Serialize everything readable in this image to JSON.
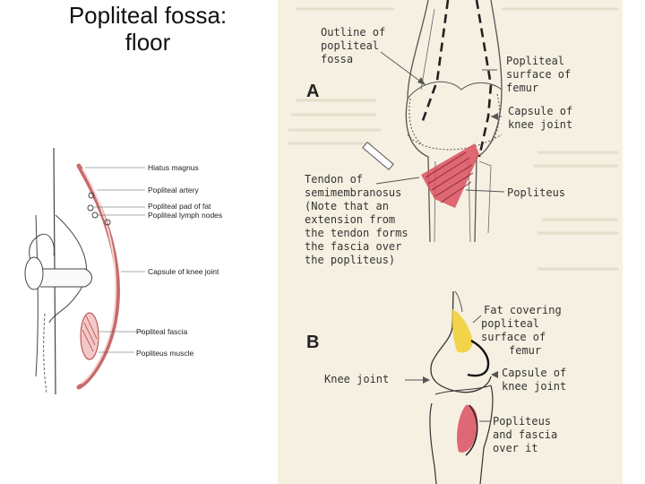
{
  "title": {
    "line1": "Popliteal fossa:",
    "line2": "floor"
  },
  "left_diagram": {
    "labels": [
      "Hiatus magnus",
      "Popliteal artery",
      "Popliteal pad of fat",
      "Popliteal lymph nodes",
      "Capsule of knee joint",
      "Popliteal fascia",
      "Popliteus muscle"
    ]
  },
  "figure_a": {
    "letter": "A",
    "outline_label": [
      "Outline of",
      "popliteal",
      "fossa"
    ],
    "popliteal_surface_label": [
      "Popliteal",
      "surface of",
      "femur"
    ],
    "capsule_label": [
      "Capsule of",
      "knee joint"
    ],
    "tendon_label": [
      "Tendon of",
      "semimembranosus",
      "(Note that an",
      "extension from",
      "the tendon forms",
      "the fascia over",
      "the popliteus)"
    ],
    "popliteus_label": "Popliteus"
  },
  "figure_b": {
    "letter": "B",
    "fat_label": [
      "Fat covering",
      "popliteal",
      "surface of",
      "femur"
    ],
    "knee_joint_label": "Knee joint",
    "capsule_label": [
      "Capsule of",
      "knee joint"
    ],
    "popliteus_label": [
      "Popliteus",
      "and fascia",
      "over it"
    ]
  },
  "colors": {
    "muscle": "#d9505f",
    "fat": "#f2d03a",
    "paper": "#f6f0e2",
    "ink": "#333333"
  }
}
